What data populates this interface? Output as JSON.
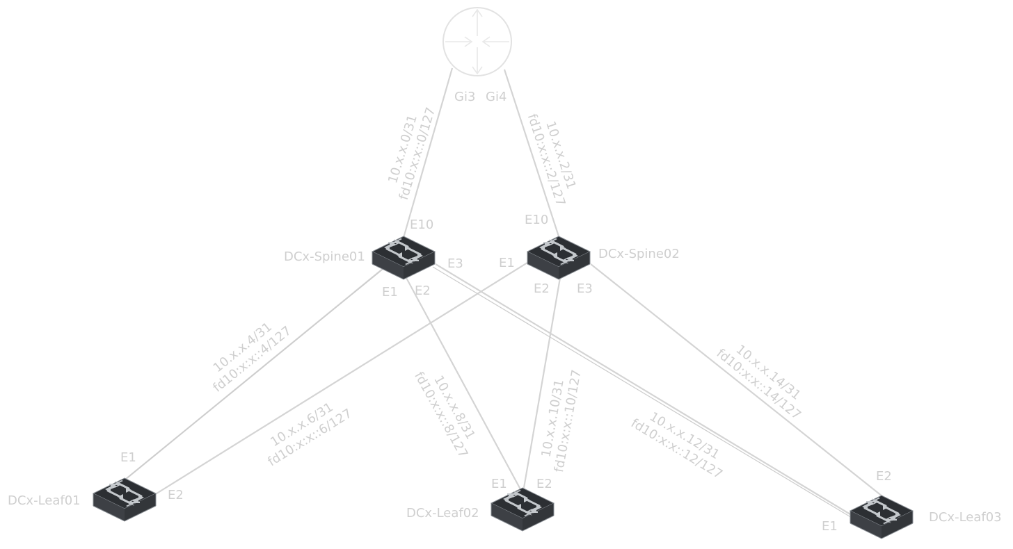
{
  "router": {
    "name": ""
  },
  "nodes": {
    "spine01": "DCx-Spine01",
    "spine02": "DCx-Spine02",
    "leaf01": "DCx-Leaf01",
    "leaf02": "DCx-Leaf02",
    "leaf03": "DCx-Leaf03"
  },
  "ports": {
    "router_gi3": "Gi3",
    "router_gi4": "Gi4",
    "spine01_e10": "E10",
    "spine01_e1": "E1",
    "spine01_e2": "E2",
    "spine01_e3": "E3",
    "spine02_e10": "E10",
    "spine02_e1": "E1",
    "spine02_e2": "E2",
    "spine02_e3": "E3",
    "leaf01_e1": "E1",
    "leaf01_e2": "E2",
    "leaf02_e1": "E1",
    "leaf02_e2": "E2",
    "leaf03_e1": "E1",
    "leaf03_e2": "E2"
  },
  "links": {
    "r_s1": {
      "v4": "10.x.x.0/31",
      "v6": "fd10:x:x::0/127"
    },
    "r_s2": {
      "v4": "10.x.x.2/31",
      "v6": "fd10:x:x::2/127"
    },
    "s1_l1": {
      "v4": "10.x.x.4/31",
      "v6": "fd10:x:x::4/127"
    },
    "s2_l1": {
      "v4": "10.x.x.6/31",
      "v6": "fd10:x:x::6/127"
    },
    "s1_l2": {
      "v4": "10.x.x.8/31",
      "v6": "fd10:x:x::8/127"
    },
    "s2_l2": {
      "v4": "10.x.x.10/31",
      "v6": "fd10:x:x::10/127"
    },
    "s1_l3": {
      "v4": "10.x.x.12/31",
      "v6": "fd10:x:x::12/127"
    },
    "s2_l3": {
      "v4": "10.x.x.14/31",
      "v6": "fd10:x:x::14/127"
    }
  },
  "colors": {
    "switch_body": "#3a3d42",
    "switch_top": "#2f3236",
    "switch_arrow": "#c4c8cc",
    "link": "#d4d4d4",
    "label": "#cfcfcf",
    "router_stroke": "#e2e2e2"
  }
}
